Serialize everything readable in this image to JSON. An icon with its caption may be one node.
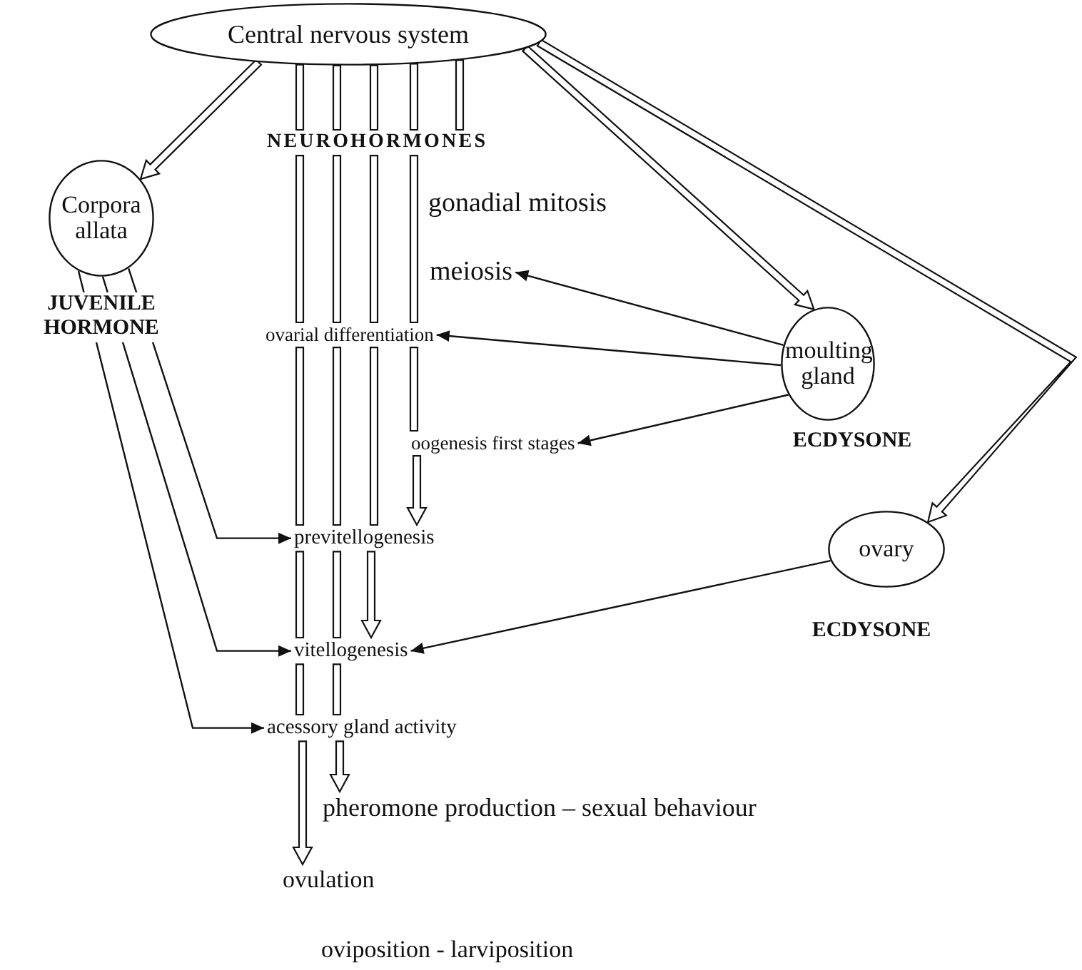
{
  "diagram": {
    "nodes": [
      {
        "text": [
          "Central nervous system"
        ]
      },
      {
        "text": [
          "Corpora allata"
        ],
        "beside": [
          "JUVENILE HORMONE"
        ]
      },
      {
        "text": [
          "moulting gland"
        ],
        "beside": [
          "ECDYSONE"
        ]
      },
      {
        "text": [
          "ovary"
        ],
        "beside": [
          "ECDYSONE"
        ]
      },
      {
        "text": [
          "NEUROHORMONES"
        ]
      },
      {
        "text": [
          "meiosis"
        ]
      },
      {
        "text": [
          "ovarial differentiation"
        ]
      },
      {
        "text": [
          "oogenesis first stages"
        ]
      },
      {
        "text": [
          "previtellogenesis"
        ]
      },
      {
        "text": [
          "vitellogenesis"
        ]
      },
      {
        "text": [
          "acessory gland activity"
        ]
      },
      {
        "text": [
          "pheromone production – sexual behaviour"
        ]
      },
      {
        "text": [
          "ovulation"
        ]
      }
    ],
    "edges": [
      {
        "from": 0,
        "to": 1,
        "arrow": "to",
        "style": "thick"
      },
      {
        "from": 0,
        "to": 2,
        "arrow": "to",
        "style": "thick"
      },
      {
        "from": 0,
        "to": 3,
        "arrow": "to",
        "style": "thick"
      },
      {
        "from": 0,
        "to": 4,
        "arrow": "none",
        "style": "thick"
      },
      {
        "from": 0,
        "to": 4,
        "arrow": "none",
        "style": "thick"
      },
      {
        "from": 0,
        "to": 4,
        "arrow": "none",
        "style": "thick"
      },
      {
        "from": 0,
        "to": 4,
        "arrow": "none",
        "style": "thick"
      },
      {
        "from": 0,
        "to": 4,
        "arrow": "none",
        "style": "thick"
      },
      {
        "from": 4,
        "to": 6,
        "arrow": "none",
        "style": "thick"
      },
      {
        "from": 4,
        "to": 6,
        "arrow": "none",
        "style": "thick"
      },
      {
        "from": 4,
        "to": 6,
        "arrow": "none",
        "style": "thick"
      },
      {
        "from": 4,
        "to": 6,
        "arrow": "none",
        "style": "thick"
      },
      {
        "from": 6,
        "to": 8,
        "arrow": "none",
        "style": "thick"
      },
      {
        "from": 6,
        "to": 8,
        "arrow": "none",
        "style": "thick"
      },
      {
        "from": 6,
        "to": 8,
        "arrow": "none",
        "style": "thick"
      },
      {
        "from": 6,
        "to": 7,
        "arrow": "none",
        "style": "thick"
      },
      {
        "from": 7,
        "to": 8,
        "arrow": "to",
        "style": "thick"
      },
      {
        "from": 8,
        "to": 9,
        "arrow": "none",
        "style": "thick"
      },
      {
        "from": 8,
        "to": 9,
        "arrow": "none",
        "style": "thick"
      },
      {
        "from": 8,
        "to": 9,
        "arrow": "to",
        "style": "thick"
      },
      {
        "from": 9,
        "to": 10,
        "arrow": "none",
        "style": "thick"
      },
      {
        "from": 9,
        "to": 10,
        "arrow": "none",
        "style": "thick"
      },
      {
        "from": 10,
        "to": 12,
        "arrow": "to",
        "style": "thick"
      },
      {
        "from": 10,
        "to": 11,
        "arrow": "to",
        "style": "thick"
      },
      {
        "from": 2,
        "to": 5,
        "arrow": "to"
      },
      {
        "from": 2,
        "to": 6,
        "arrow": "to"
      },
      {
        "from": 2,
        "to": 7,
        "arrow": "to"
      },
      {
        "from": 3,
        "to": 9,
        "arrow": "to"
      },
      {
        "from": 1,
        "to": 8,
        "arrow": "to"
      },
      {
        "from": 1,
        "to": 9,
        "arrow": "to"
      },
      {
        "from": 1,
        "to": 10,
        "arrow": "to"
      }
    ],
    "labels": [
      "gonadial mitosis",
      "oviposition - larviposition"
    ]
  }
}
